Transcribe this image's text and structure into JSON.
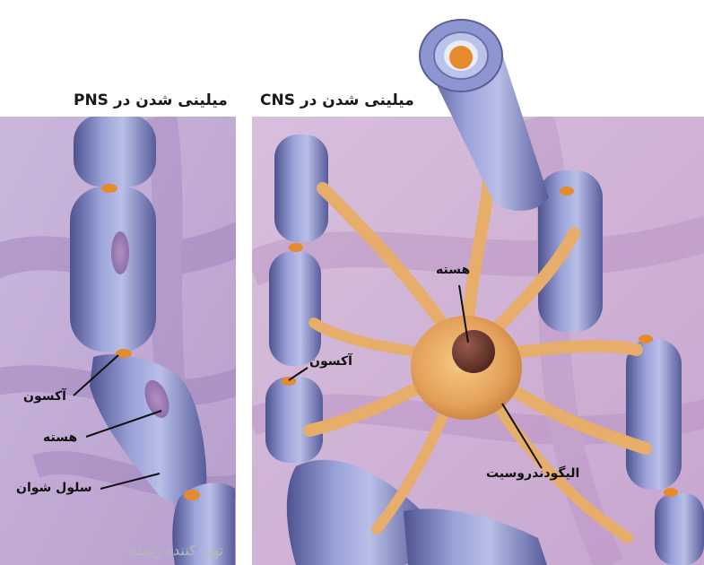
{
  "titles": {
    "pns": "میلینی شدن در PNS",
    "cns": "میلینی شدن در CNS"
  },
  "labels": {
    "pns_axon": "آکسون",
    "pns_nucleus": "هسته",
    "pns_schwann": "سلول شوان",
    "cns_axon": "آکسون",
    "cns_nucleus": "هسته",
    "cns_oligodendrocyte": "الیگودندروسیت"
  },
  "watermark": "تهیه کننده رسته",
  "colors": {
    "background_panel": "#c7aed6",
    "myelin": "#8c94cc",
    "myelin_shadow": "#5a5f97",
    "cell_body": "#e9a85c",
    "nucleus": "#6b3a32",
    "node_of_ranvier": "#e68a2e"
  }
}
